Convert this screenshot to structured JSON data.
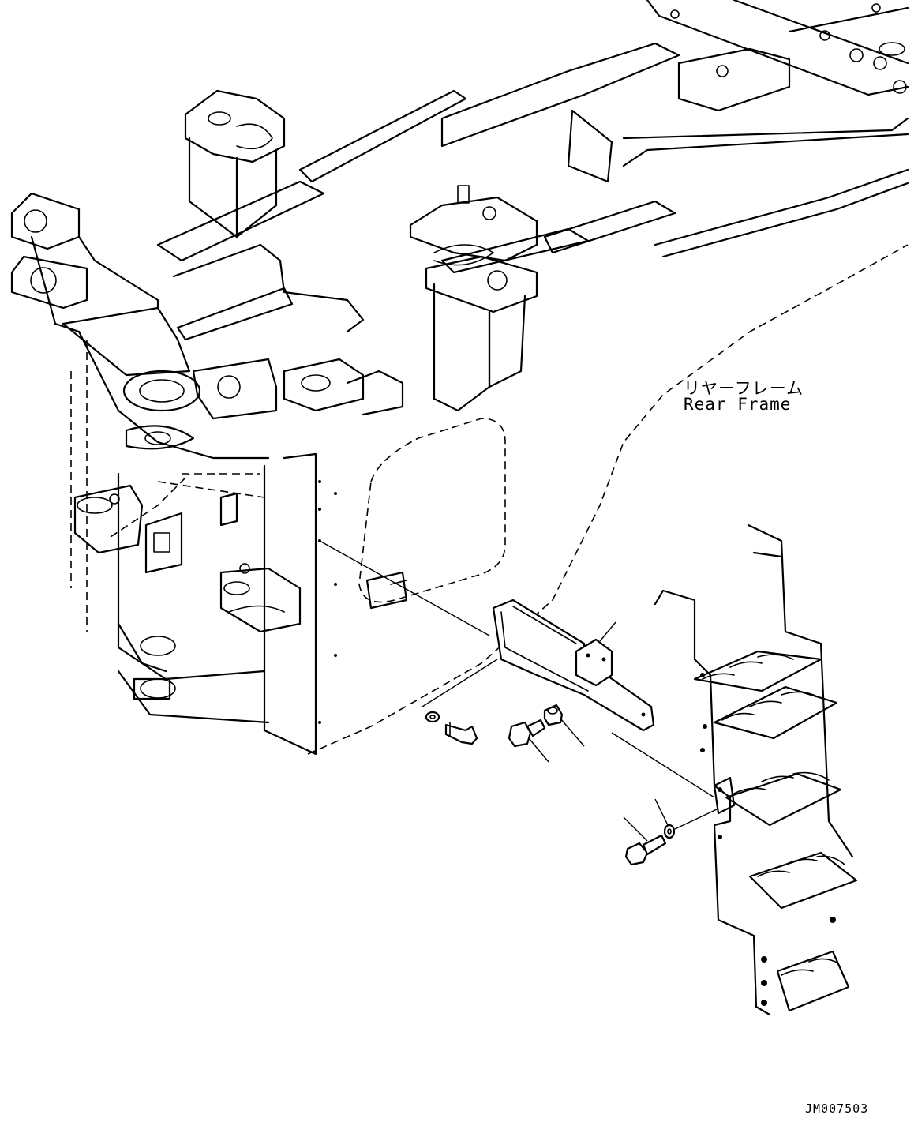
{
  "labels": {
    "rear_frame_jp": "リヤーフレーム",
    "rear_frame_en": "Rear Frame",
    "drawing_code": "JM007503"
  },
  "colors": {
    "line": "#000000",
    "background": "#ffffff"
  }
}
